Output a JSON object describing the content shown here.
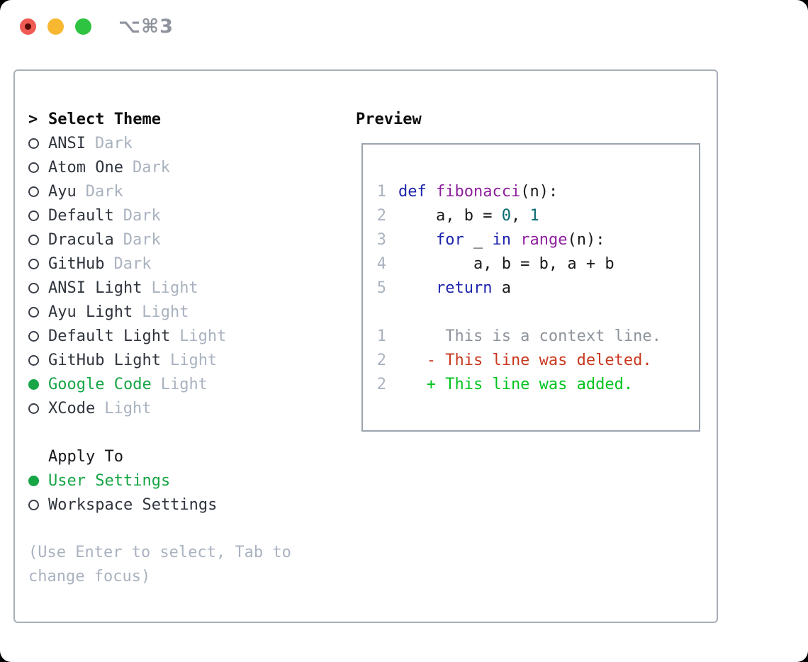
{
  "window": {
    "title": "⌥⌘3"
  },
  "theme_list": {
    "header_prefix": ">",
    "header": "Select Theme",
    "items": [
      {
        "label": "ANSI",
        "tag": "Dark",
        "selected": false
      },
      {
        "label": "Atom One",
        "tag": "Dark",
        "selected": false
      },
      {
        "label": "Ayu",
        "tag": "Dark",
        "selected": false
      },
      {
        "label": "Default",
        "tag": "Dark",
        "selected": false
      },
      {
        "label": "Dracula",
        "tag": "Dark",
        "selected": false
      },
      {
        "label": "GitHub",
        "tag": "Dark",
        "selected": false
      },
      {
        "label": "ANSI Light",
        "tag": "Light",
        "selected": false
      },
      {
        "label": "Ayu Light",
        "tag": "Light",
        "selected": false
      },
      {
        "label": "Default Light",
        "tag": "Light",
        "selected": false
      },
      {
        "label": "GitHub Light",
        "tag": "Light",
        "selected": false
      },
      {
        "label": "Google Code",
        "tag": "Light",
        "selected": true
      },
      {
        "label": "XCode",
        "tag": "Light",
        "selected": false
      }
    ]
  },
  "apply_to": {
    "header": "Apply To",
    "options": [
      {
        "label": "User Settings",
        "selected": true
      },
      {
        "label": "Workspace Settings",
        "selected": false
      }
    ]
  },
  "hint": {
    "text": "(Use Enter to select, Tab to change focus)"
  },
  "preview": {
    "header": "Preview",
    "code_lines": [
      {
        "num": "1",
        "tokens": [
          [
            "kwd",
            "def"
          ],
          [
            "pln",
            " "
          ],
          [
            "fun",
            "fibonacci"
          ],
          [
            "pln",
            "(n):"
          ]
        ]
      },
      {
        "num": "2",
        "tokens": [
          [
            "pln",
            "    a, b = "
          ],
          [
            "lit",
            "0"
          ],
          [
            "pln",
            ", "
          ],
          [
            "lit",
            "1"
          ]
        ]
      },
      {
        "num": "3",
        "tokens": [
          [
            "pln",
            "    "
          ],
          [
            "kwd",
            "for"
          ],
          [
            "pln",
            " _ "
          ],
          [
            "kwd",
            "in"
          ],
          [
            "pln",
            " "
          ],
          [
            "fun",
            "range"
          ],
          [
            "pln",
            "(n):"
          ]
        ]
      },
      {
        "num": "4",
        "tokens": [
          [
            "pln",
            "        a, b = b, a + b"
          ]
        ]
      },
      {
        "num": "5",
        "tokens": [
          [
            "pln",
            "    "
          ],
          [
            "kwd",
            "return"
          ],
          [
            "pln",
            " a"
          ]
        ]
      }
    ],
    "diff_lines": [
      {
        "num": "1",
        "type": "ctx",
        "text": "     This is a context line."
      },
      {
        "num": "2",
        "type": "del",
        "text": "   - This line was deleted."
      },
      {
        "num": "2",
        "type": "add",
        "text": "   + This line was added."
      }
    ]
  },
  "colors": {
    "selected_green": "#17a546",
    "keyword_blue": "#1d24ad",
    "function_purple": "#8e1f9e",
    "literal_teal": "#086a6e",
    "diff_added_green": "#00c41f",
    "diff_deleted_red": "#c9381f",
    "diff_context_gray": "#8d939b",
    "muted_gray": "#a9b2bf",
    "panel_border_gray": "#a8aeb9",
    "traffic_red": "#ef5a52",
    "traffic_yellow": "#f7b731",
    "traffic_green": "#2fc342"
  }
}
